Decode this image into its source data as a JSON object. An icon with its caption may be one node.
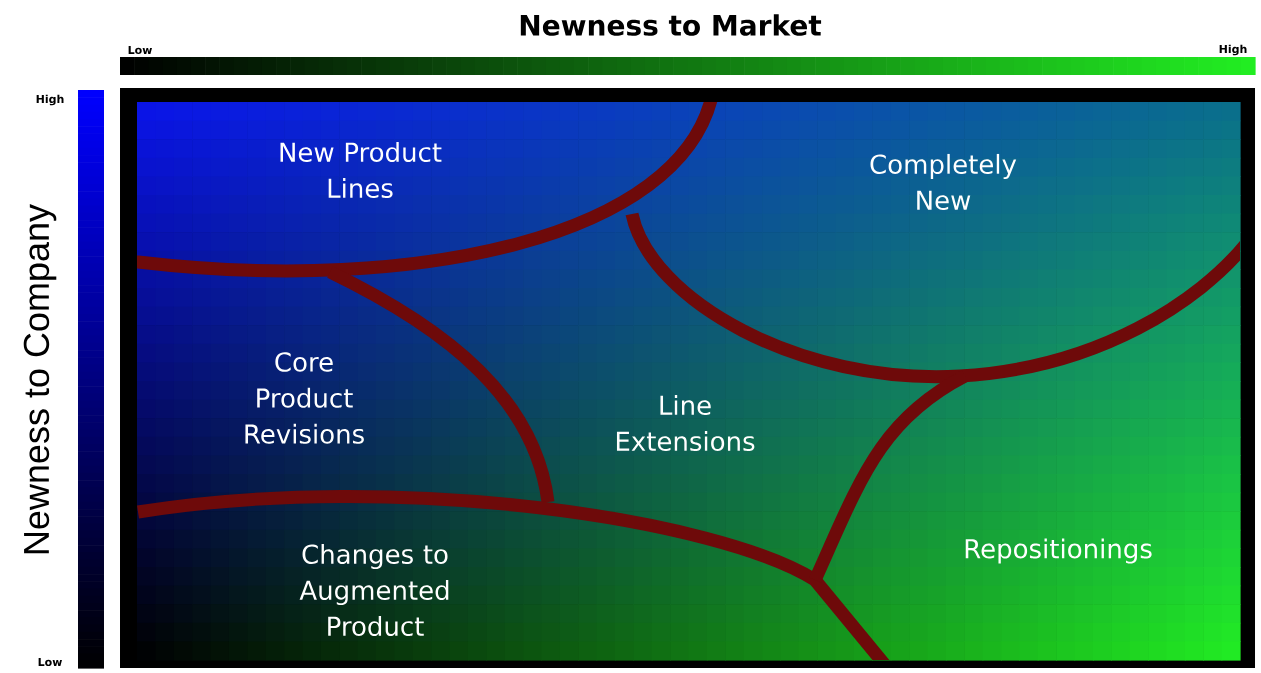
{
  "diagram": {
    "title": "Newness to Market",
    "labels": [
      "Low",
      "High",
      "High",
      "New Product Lines",
      "Completely New",
      "Newness to Company",
      "Core Product Revisions",
      "Line Extensions",
      "Changes to Augmented Product",
      "Repositionings",
      "Low"
    ]
  }
}
